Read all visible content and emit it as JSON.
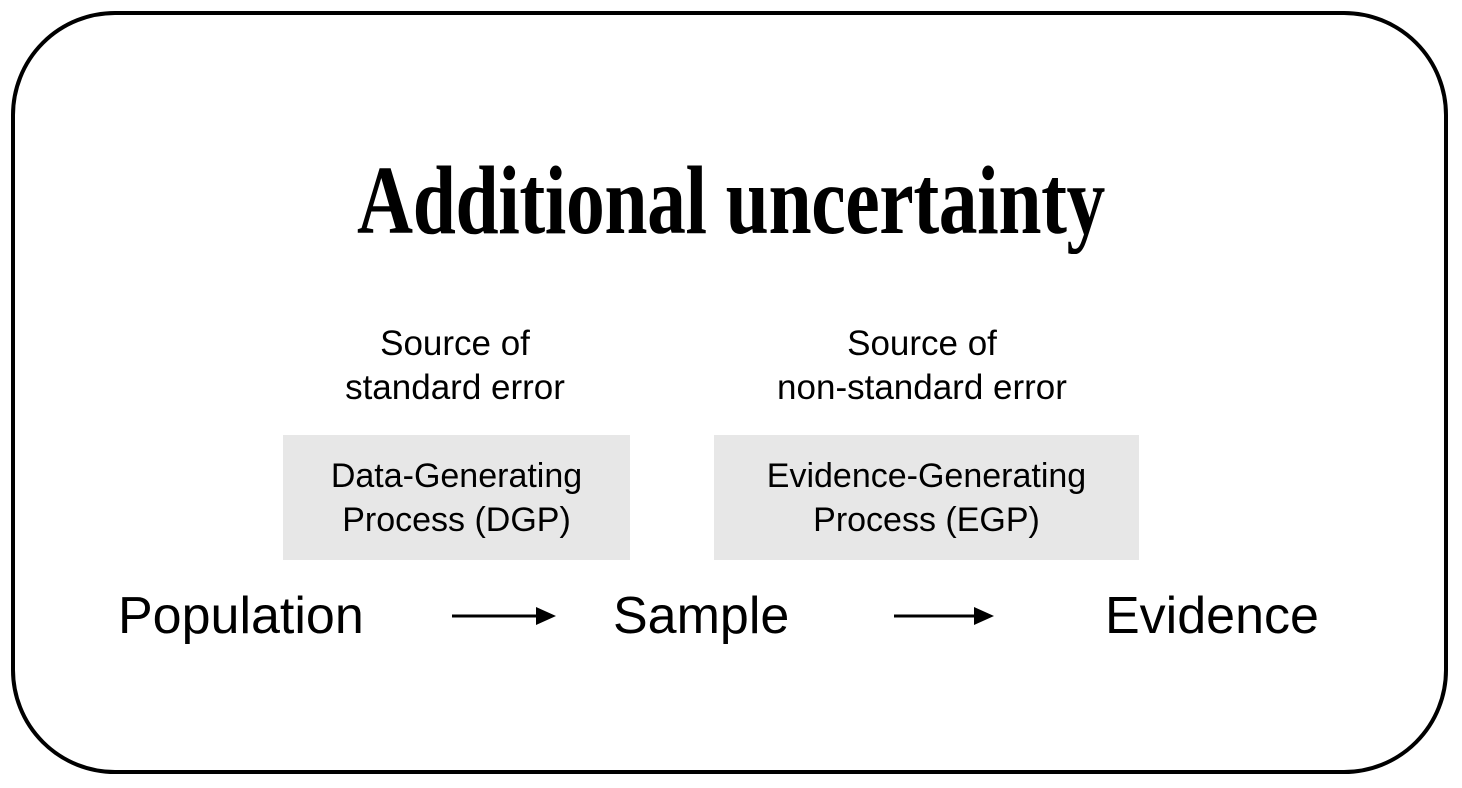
{
  "slide": {
    "title": "Additional uncertainty",
    "frame_color": "#000000",
    "background": "#ffffff"
  },
  "columns": [
    {
      "id": "dgp",
      "source_label": "Source of\nstandard error",
      "box": {
        "line1": "Data-Generating",
        "line2": "Process (DGP)",
        "background": "#E7E7E7"
      }
    },
    {
      "id": "egp",
      "source_label": "Source of\nnon-standard error",
      "box": {
        "line1": "Evidence-Generating",
        "line2": "Process (EGP)",
        "background": "#E7E7E7"
      }
    }
  ],
  "flow": {
    "nodes": [
      {
        "id": "population",
        "label": "Population"
      },
      {
        "id": "sample",
        "label": "Sample"
      },
      {
        "id": "evidence",
        "label": "Evidence"
      }
    ],
    "arrows": [
      {
        "id": "population-to-sample",
        "direction": "right"
      },
      {
        "id": "sample-to-evidence",
        "direction": "right"
      }
    ]
  }
}
